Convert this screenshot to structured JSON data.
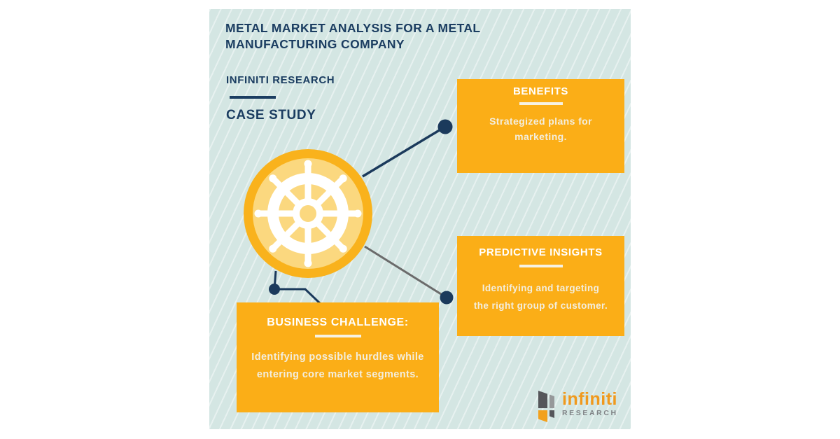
{
  "header": {
    "title": "METAL MARKET ANALYSIS FOR A METAL\nMANUFACTURING COMPANY",
    "subtitle": "INFINITI RESEARCH",
    "doc_type": "CASE STUDY"
  },
  "boxes": {
    "benefits": {
      "title": "BENEFITS",
      "body": "Strategized plans for\nmarketing."
    },
    "predictive": {
      "title": "PREDICTIVE INSIGHTS",
      "body": "Identifying and targeting\nthe right group of customer."
    },
    "challenge": {
      "title": "BUSINESS CHALLENGE:",
      "body": "Identifying possible hurdles while\nentering core market segments."
    }
  },
  "logo": {
    "name": "infiniti",
    "sub": "RESEARCH"
  },
  "icons": {
    "center": "ship-wheel-icon"
  },
  "colors": {
    "background_panel": "#d4e6e3",
    "accent_orange": "#fbae17",
    "wheel_outer": "#f9b21c",
    "wheel_inner": "#fbd87f",
    "navy": "#1b3d61",
    "connector_gray": "#6b6b6b",
    "body_text_cream": "#f3eede",
    "logo_orange": "#f0991d",
    "logo_gray": "#7f8285"
  }
}
